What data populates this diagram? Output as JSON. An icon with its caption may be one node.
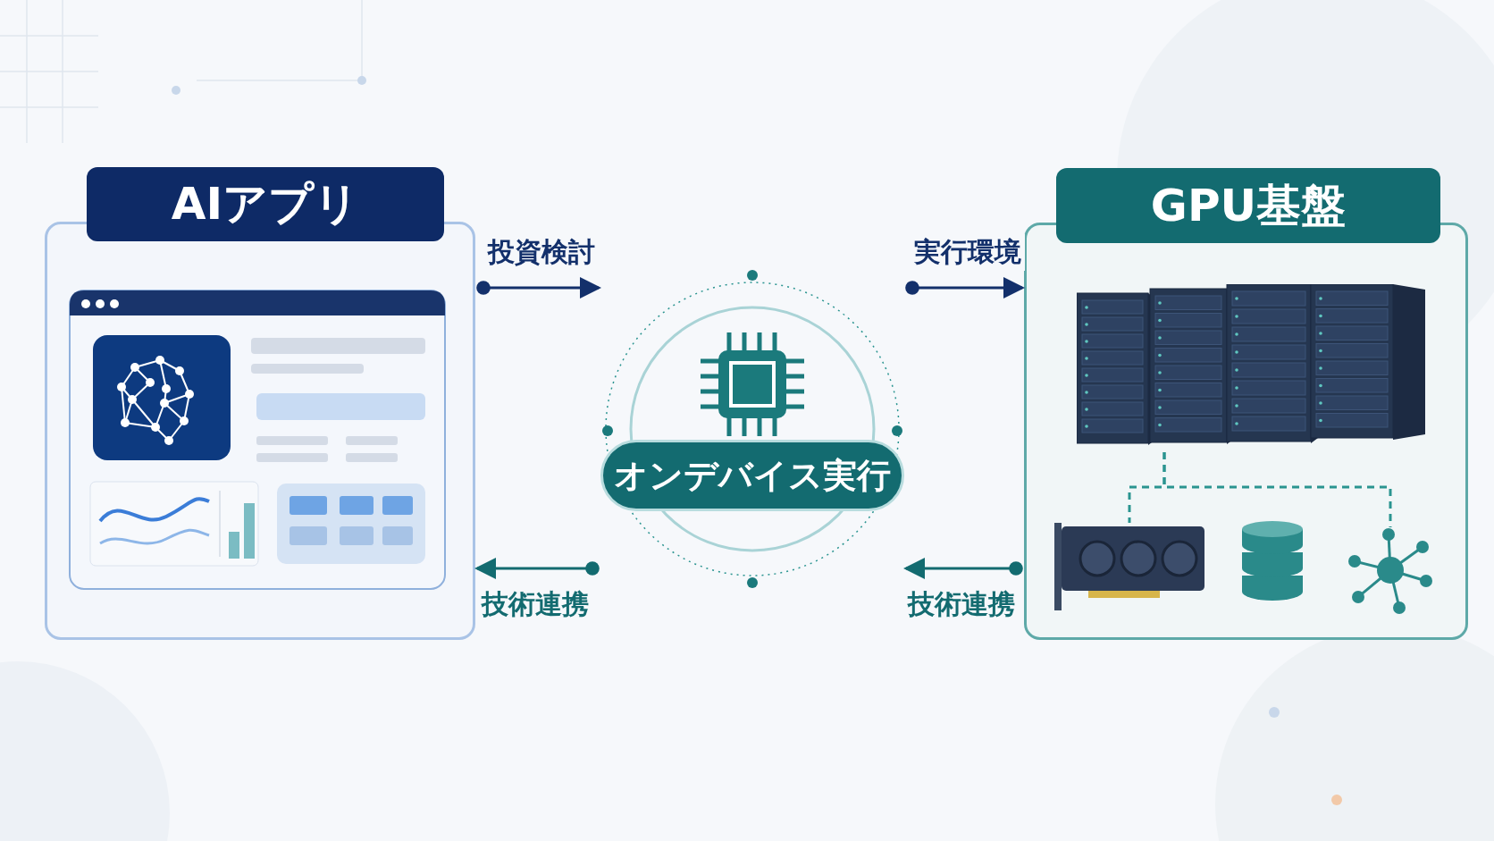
{
  "diagram": {
    "nodes": [
      {
        "text": [
          "AIアプリ"
        ]
      },
      {
        "text": [
          "オンデバイス実行"
        ]
      },
      {
        "text": [
          "GPU基盤"
        ]
      },
      {
        "text": [],
        "shape": "picture",
        "in": 2
      },
      {
        "text": [],
        "shape": "picture",
        "in": 2
      },
      {
        "text": [],
        "shape": "cylinder",
        "in": 2
      },
      {
        "text": [],
        "shape": "picture",
        "in": 2
      }
    ],
    "edges": [
      {
        "from": 0,
        "to": 1,
        "arrow": "to",
        "label": "投資検討",
        "color": "#13306b"
      },
      {
        "from": 1,
        "to": 2,
        "arrow": "to",
        "label": "実行環境",
        "color": "#13306b"
      },
      {
        "from": 1,
        "to": 0,
        "arrow": "to",
        "label": "技術連携",
        "color": "#136b70"
      },
      {
        "from": 2,
        "to": 1,
        "arrow": "to",
        "label": "技術連携",
        "color": "#136b70"
      },
      {
        "from": 3,
        "to": 4,
        "arrow": "none",
        "style": "dashed",
        "color": "#2a9490"
      },
      {
        "from": 3,
        "to": 6,
        "arrow": "none",
        "style": "dashed",
        "color": "#2a9490"
      }
    ]
  }
}
